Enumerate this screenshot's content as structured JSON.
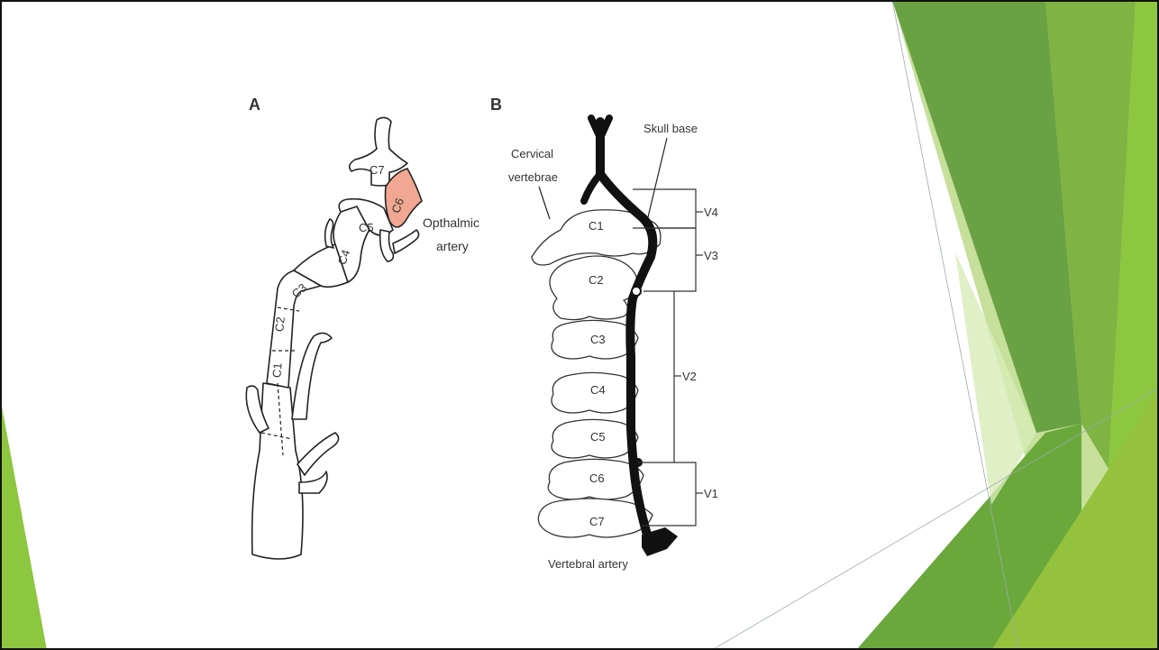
{
  "colors": {
    "accent_light": "#c6e09c",
    "accent_mid": "#8dc63f",
    "accent_dark": "#5e9a3a",
    "highlight_segment": "#f1a792",
    "artery": "#111111"
  },
  "panel_a": {
    "label": "A",
    "segments": [
      "C7",
      "C6",
      "C5",
      "C4",
      "C3",
      "C2",
      "C1"
    ],
    "annotation_line1": "Opthalmic",
    "annotation_line2": "artery"
  },
  "panel_b": {
    "label": "B",
    "label_cervical_line1": "Cervical",
    "label_cervical_line2": "vertebrae",
    "label_skull_base": "Skull base",
    "vertebrae": [
      "C1",
      "C2",
      "C3",
      "C4",
      "C5",
      "C6",
      "C7"
    ],
    "segments": [
      "V4",
      "V3",
      "V2",
      "V1"
    ],
    "label_vertebral_artery": "Vertebral artery"
  }
}
